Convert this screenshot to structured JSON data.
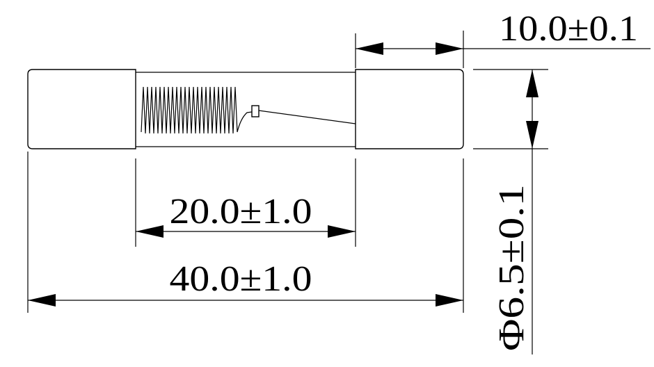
{
  "dimensions": {
    "cap_length": "10.0±0.1",
    "body_length": "20.0±1.0",
    "overall_length": "40.0±1.0",
    "diameter": "Φ6.5±0.1"
  }
}
